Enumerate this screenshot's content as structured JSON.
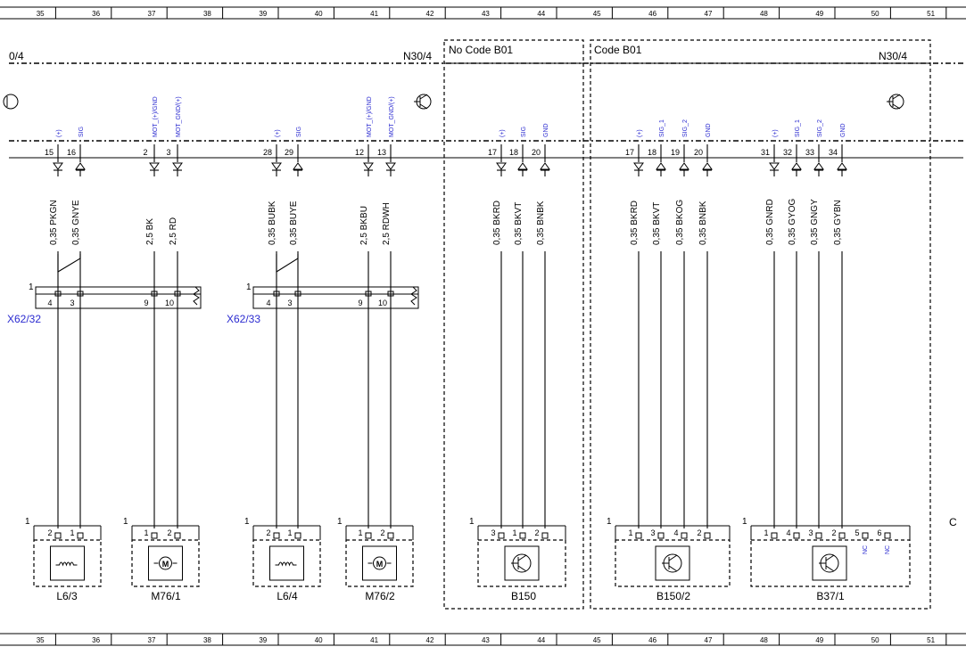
{
  "ruler": [
    "35",
    "36",
    "37",
    "38",
    "39",
    "40",
    "41",
    "42",
    "43",
    "44",
    "45",
    "46",
    "47",
    "48",
    "49",
    "50",
    "51"
  ],
  "modules": {
    "left_label": "0/4",
    "n30_left": "N30/4",
    "n30_right": "N30/4",
    "no_code": "No  Code B01",
    "code": "Code B01",
    "cut_right": "C"
  },
  "pins": [
    {
      "num": "15",
      "sig": "(+)",
      "wire": "0,35 PKGN",
      "dir": "down"
    },
    {
      "num": "16",
      "sig": "SIG",
      "wire": "0,35 GNYE",
      "dir": "up"
    },
    {
      "num": "2",
      "sig": "MOT_(+)/GND",
      "wire": "2,5 BK",
      "dir": "down"
    },
    {
      "num": "3",
      "sig": "MOT_GND/(+)",
      "wire": "2,5 RD",
      "dir": "down"
    },
    {
      "num": "28",
      "sig": "(+)",
      "wire": "0,35 BUBK",
      "dir": "down"
    },
    {
      "num": "29",
      "sig": "SIG",
      "wire": "0,35 BUYE",
      "dir": "up"
    },
    {
      "num": "12",
      "sig": "MOT_(+)/GND",
      "wire": "2,5 BKBU",
      "dir": "down"
    },
    {
      "num": "13",
      "sig": "MOT_GND/(+)",
      "wire": "2,5 RDWH",
      "dir": "down"
    },
    {
      "num": "17",
      "sig": "(+)",
      "wire": "0,35 BKRD",
      "dir": "down"
    },
    {
      "num": "18",
      "sig": "SIG",
      "wire": "0,35 BKVT",
      "dir": "up"
    },
    {
      "num": "20",
      "sig": "GND",
      "wire": "0,35 BNBK",
      "dir": "up"
    },
    {
      "num": "17",
      "sig": "(+)",
      "wire": "0,35 BKRD",
      "dir": "down"
    },
    {
      "num": "18",
      "sig": "SIG_1",
      "wire": "0,35 BKVT",
      "dir": "up"
    },
    {
      "num": "19",
      "sig": "SIG_2",
      "wire": "0,35 BKOG",
      "dir": "up"
    },
    {
      "num": "20",
      "sig": "GND",
      "wire": "0,35 BNBK",
      "dir": "up"
    },
    {
      "num": "31",
      "sig": "(+)",
      "wire": "0,35 GNRD",
      "dir": "down"
    },
    {
      "num": "32",
      "sig": "SIG_1",
      "wire": "0,35 GYOG",
      "dir": "up"
    },
    {
      "num": "33",
      "sig": "SIG_2",
      "wire": "0,35 GNGY",
      "dir": "up"
    },
    {
      "num": "34",
      "sig": "GND",
      "wire": "0,35 GYBN",
      "dir": "up"
    }
  ],
  "connectors": [
    {
      "name": "X62/32",
      "id": "1",
      "pins": [
        "4",
        "3",
        "9",
        "10"
      ]
    },
    {
      "name": "X62/33",
      "id": "1",
      "pins": [
        "4",
        "3",
        "9",
        "10"
      ]
    }
  ],
  "components": [
    {
      "name": "L6/3",
      "id": "1",
      "pins": [
        "2",
        "1"
      ],
      "symbol": "coil-icon"
    },
    {
      "name": "M76/1",
      "id": "1",
      "pins": [
        "1",
        "2"
      ],
      "symbol": "motor-icon"
    },
    {
      "name": "L6/4",
      "id": "1",
      "pins": [
        "2",
        "1"
      ],
      "symbol": "coil-icon"
    },
    {
      "name": "M76/2",
      "id": "1",
      "pins": [
        "1",
        "2"
      ],
      "symbol": "motor-icon"
    },
    {
      "name": "B150",
      "id": "1",
      "pins": [
        "3",
        "1",
        "2"
      ],
      "symbol": "sensor-icon"
    },
    {
      "name": "B150/2",
      "id": "1",
      "pins": [
        "1",
        "3",
        "4",
        "2"
      ],
      "symbol": "sensor-icon"
    },
    {
      "name": "B37/1",
      "id": "1",
      "pins": [
        "1",
        "4",
        "3",
        "2",
        "5",
        "6"
      ],
      "symbol": "sensor-icon",
      "nc": [
        "NC",
        "NC"
      ]
    }
  ],
  "colors": {
    "signal_label": "#2a2ad0",
    "line": "#000000"
  }
}
